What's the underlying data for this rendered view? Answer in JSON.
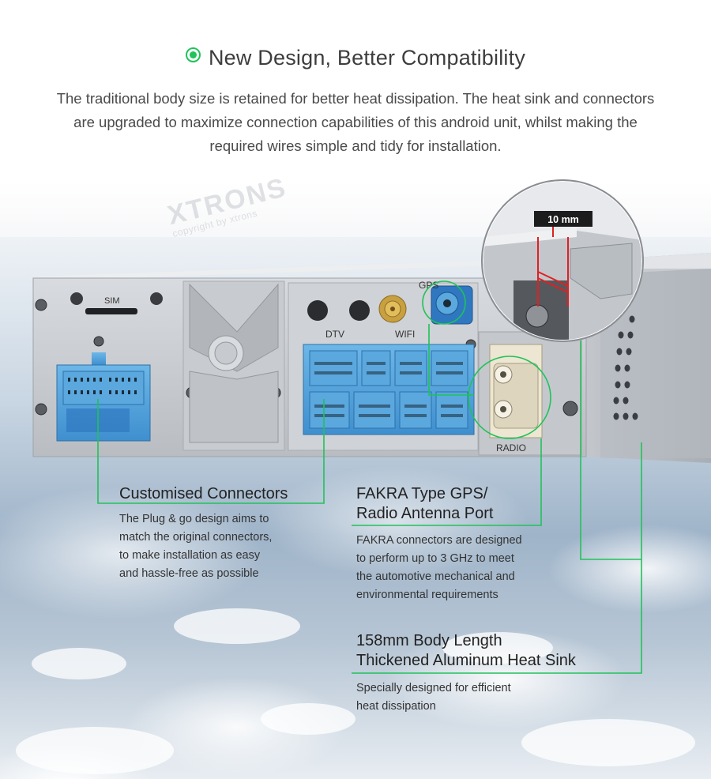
{
  "header": {
    "title": "New Design, Better Compatibility",
    "intro_lines": [
      "The traditional body size is retained for better heat dissipation. The heat sink and connectors",
      "are upgraded to maximize connection capabilities of this android unit, whilst making the",
      "required wires simple and tidy for installation."
    ]
  },
  "watermark": {
    "brand": "XTRONS",
    "tagline": "copyright by xtrons"
  },
  "device": {
    "port_labels": {
      "sim": "SIM",
      "dtv": "DTV",
      "wifi": "WIFI",
      "gps": "GPS",
      "radio": "RADIO"
    },
    "zoom_measure": "10 mm"
  },
  "features": [
    {
      "heading_lines": [
        "Customised Connectors"
      ],
      "text_lines": [
        "The Plug & go design aims to",
        "match the original connectors,",
        "to make installation as easy",
        "and hassle-free as possible"
      ]
    },
    {
      "heading_lines": [
        "FAKRA Type GPS/",
        "Radio Antenna Port"
      ],
      "text_lines": [
        "FAKRA connectors are designed",
        "to perform up to 3 GHz to meet",
        "the automotive mechanical and",
        "environmental requirements"
      ]
    },
    {
      "heading_lines": [
        "158mm Body Length",
        "Thickened Aluminum Heat Sink"
      ],
      "text_lines": [
        "Specially designed for efficient",
        "heat dissipation"
      ]
    }
  ],
  "colors": {
    "accent_green": "#20c25a",
    "connector_blue": "#4a9fd8",
    "panel_silver": "#c9ccd0"
  }
}
